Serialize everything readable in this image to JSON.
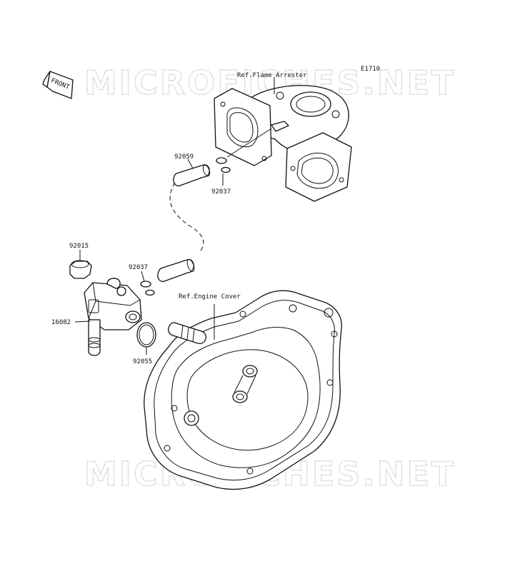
{
  "watermarks": [
    "MICROFICHES.NET",
    "MICROFICHES.NET"
  ],
  "front_label": "FRONT",
  "diagram_code": "E1710",
  "refs": {
    "flame_arrester": "Ref.Flame Arrester",
    "engine_cover": "Ref.Engine Cover"
  },
  "parts": [
    {
      "number": "92059"
    },
    {
      "number": "92037"
    },
    {
      "number": "92015"
    },
    {
      "number": "16082"
    },
    {
      "number": "92037"
    },
    {
      "number": "92055"
    }
  ]
}
